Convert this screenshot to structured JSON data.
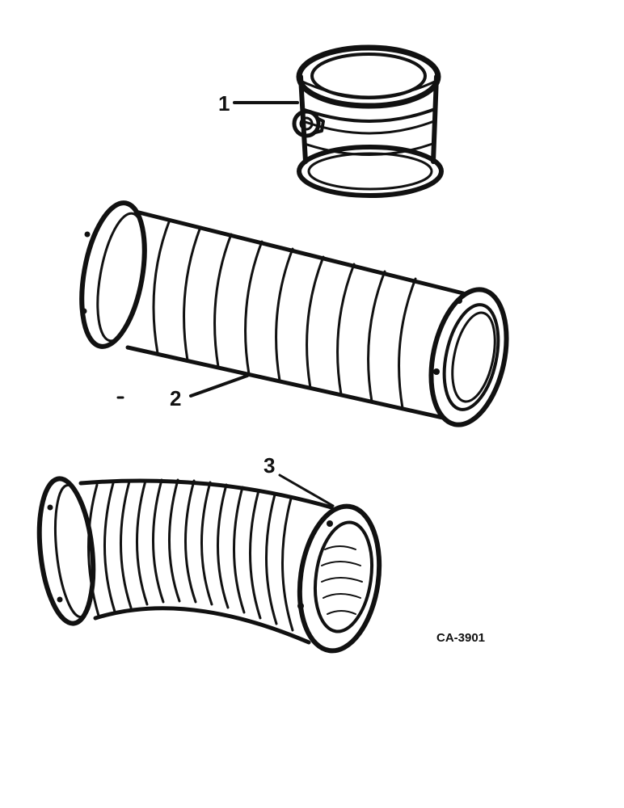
{
  "callouts": {
    "part1": "1",
    "part2": "2",
    "part3": "3"
  },
  "drawing_code": "CA-3901",
  "colors": {
    "ink": "#111111",
    "paper": "#ffffff"
  }
}
